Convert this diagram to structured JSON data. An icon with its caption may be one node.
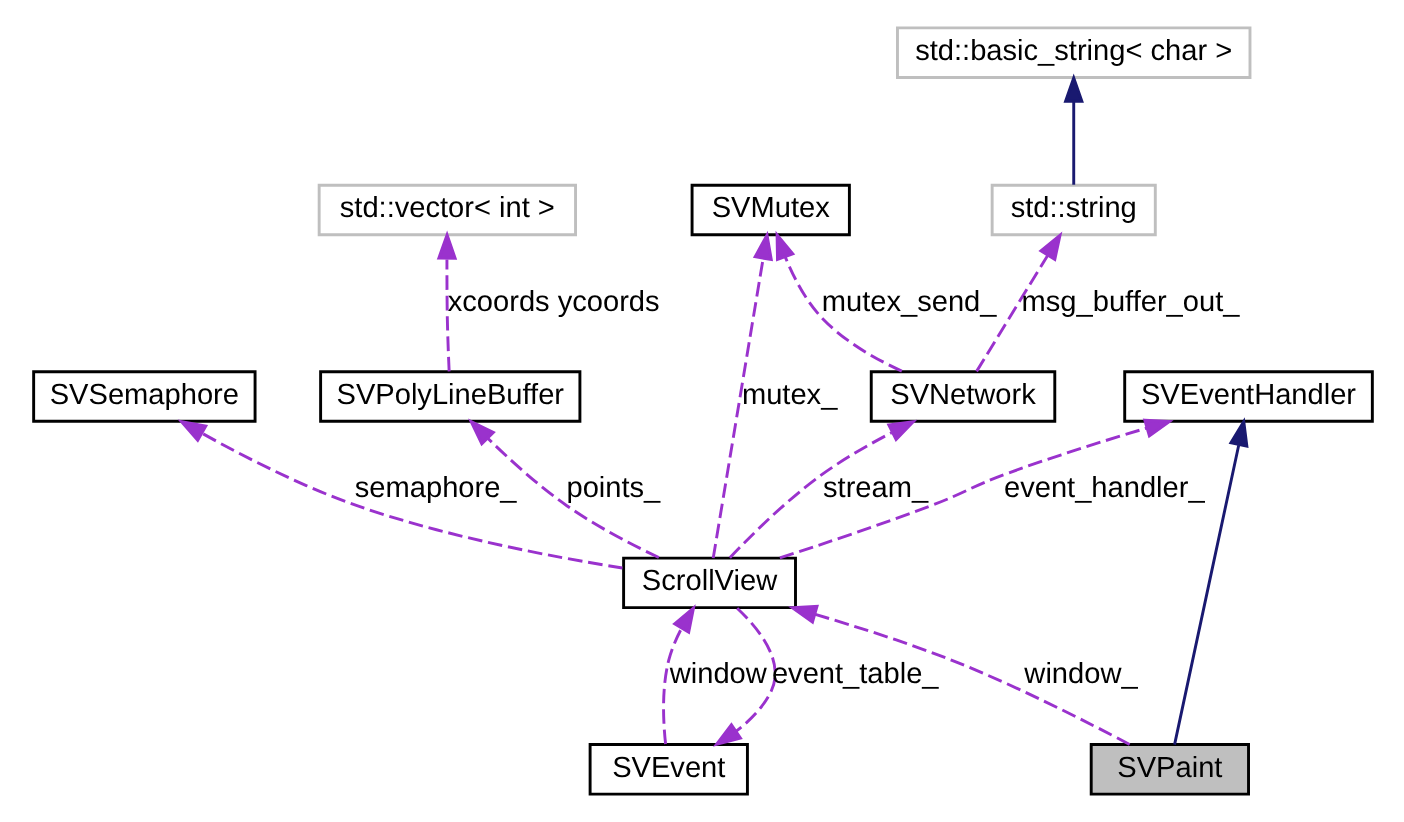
{
  "diagram": {
    "nodes": [
      {
        "text": [
          "SVEventHandler"
        ]
      },
      {
        "text": [
          "SVSemaphore"
        ]
      },
      {
        "text": [
          "SVPolyLineBuffer"
        ]
      },
      {
        "text": [
          "std::vector< int >"
        ]
      },
      {
        "text": [
          "SVMutex"
        ]
      },
      {
        "text": [
          "std::basic_string< char >"
        ]
      },
      {
        "text": [
          "std::string"
        ]
      },
      {
        "text": [
          "SVNetwork"
        ]
      },
      {
        "text": [
          "ScrollView"
        ]
      },
      {
        "text": [
          "SVPaint"
        ]
      },
      {
        "text": [
          "SVEvent"
        ]
      }
    ],
    "edges": [
      {
        "from": 9,
        "to": 0,
        "arrow": "to",
        "color": "#191970"
      },
      {
        "from": 8,
        "to": 0,
        "arrow": "to",
        "label": "event_handler_",
        "style": "dashed",
        "color": "#9a32cd"
      },
      {
        "from": 8,
        "to": 1,
        "arrow": "to",
        "label": "semaphore_",
        "style": "dashed",
        "color": "#9a32cd"
      },
      {
        "from": 8,
        "to": 2,
        "arrow": "to",
        "label": "points_",
        "style": "dashed",
        "color": "#9a32cd"
      },
      {
        "from": 2,
        "to": 3,
        "arrow": "to",
        "label": "xcoords ycoords",
        "style": "dashed",
        "color": "#9a32cd"
      },
      {
        "from": 8,
        "to": 4,
        "arrow": "to",
        "label": "mutex_",
        "style": "dashed",
        "color": "#9a32cd"
      },
      {
        "from": 7,
        "to": 4,
        "arrow": "to",
        "label": "mutex_send_",
        "style": "dashed",
        "color": "#9a32cd"
      },
      {
        "from": 7,
        "to": 6,
        "arrow": "to",
        "label": "msg_buffer_out_",
        "style": "dashed",
        "color": "#9a32cd"
      },
      {
        "from": 6,
        "to": 5,
        "arrow": "to",
        "color": "#191970"
      },
      {
        "from": 8,
        "to": 7,
        "arrow": "to",
        "label": "stream_",
        "style": "dashed",
        "color": "#9a32cd"
      },
      {
        "from": 9,
        "to": 8,
        "arrow": "to",
        "label": "window_",
        "style": "dashed",
        "color": "#9a32cd"
      },
      {
        "from": 10,
        "to": 8,
        "arrow": "to",
        "label": "window",
        "style": "dashed",
        "color": "#9a32cd"
      },
      {
        "from": 8,
        "to": 10,
        "arrow": "to",
        "label": "event_table_",
        "style": "dashed",
        "color": "#9a32cd"
      }
    ]
  }
}
